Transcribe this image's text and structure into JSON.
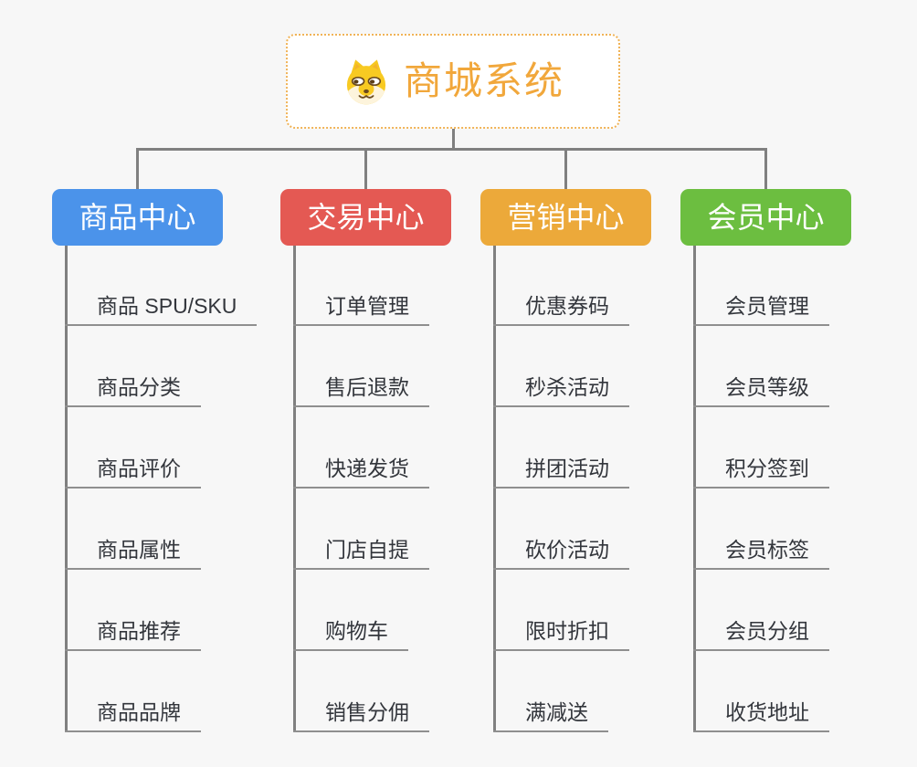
{
  "page": {
    "background_color": "#f7f7f7",
    "connector_color": "#808080",
    "leaf_underline_color": "#8f8f8f",
    "leaf_text_color": "#33363c"
  },
  "root": {
    "title": "商城系统",
    "title_color": "#f1a73b",
    "border_color": "#f0b357",
    "icon": "shiba-dog-icon"
  },
  "branches": [
    {
      "label": "商品中心",
      "color": "#4b93ea",
      "children": [
        "商品 SPU/SKU",
        "商品分类",
        "商品评价",
        "商品属性",
        "商品推荐",
        "商品品牌"
      ]
    },
    {
      "label": "交易中心",
      "color": "#e45953",
      "children": [
        "订单管理",
        "售后退款",
        "快递发货",
        "门店自提",
        "购物车",
        "销售分佣"
      ]
    },
    {
      "label": "营销中心",
      "color": "#eca93a",
      "children": [
        "优惠券码",
        "秒杀活动",
        "拼团活动",
        "砍价活动",
        "限时折扣",
        "满减送"
      ]
    },
    {
      "label": "会员中心",
      "color": "#6cbe40",
      "children": [
        "会员管理",
        "会员等级",
        "积分签到",
        "会员标签",
        "会员分组",
        "收货地址"
      ]
    }
  ]
}
